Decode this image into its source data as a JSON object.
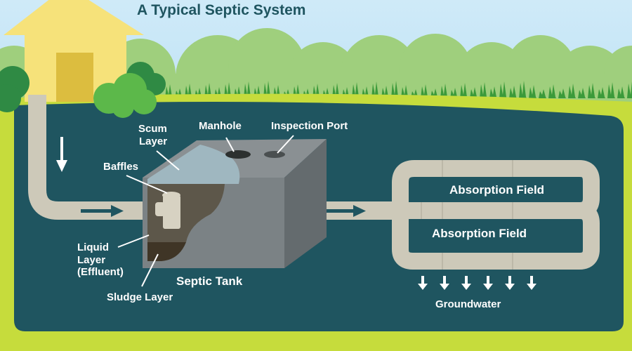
{
  "title": "A Typical Septic System",
  "labels": {
    "scum_line1": "Scum",
    "scum_line2": "Layer",
    "manhole": "Manhole",
    "inspection_port": "Inspection Port",
    "baffles": "Baffles",
    "liquid_line1": "Liquid",
    "liquid_line2": "Layer",
    "liquid_line3": "(Effluent)",
    "sludge": "Sludge Layer",
    "septic_tank": "Septic Tank",
    "absorption_field_1": "Absorption Field",
    "absorption_field_2": "Absorption Field",
    "groundwater": "Groundwater"
  },
  "colors": {
    "sky": "#bfe3f5",
    "soil": "#1f5560",
    "grass": "#c6dc3c",
    "pipe": "#cdc9b9",
    "tank": "#7d8487",
    "title": "#1f5560"
  }
}
